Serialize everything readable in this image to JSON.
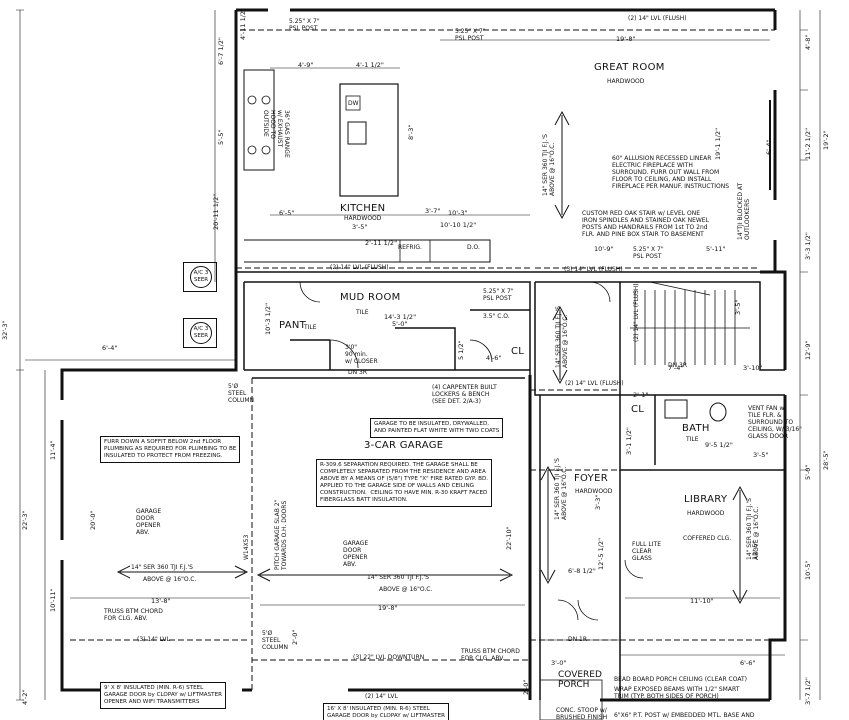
{
  "rooms": {
    "great_room": "GREAT ROOM",
    "great_room_floor": "HARDWOOD",
    "kitchen": "KITCHEN",
    "kitchen_floor": "HARDWOOD",
    "mud_room": "MUD ROOM",
    "mud_room_floor": "TILE",
    "pant": "PANT",
    "pant_floor": "TILE",
    "garage": "3-CAR GARAGE",
    "foyer": "FOYER",
    "foyer_floor": "HARDWOOD",
    "library": "LIBRARY",
    "library_floor": "HARDWOOD",
    "bath": "BATH",
    "bath_floor": "TILE",
    "covered_porch": "COVERED\nPORCH",
    "cl1": "CL",
    "cl2": "CL",
    "ac1": "A/C\n3 SEER",
    "ac2": "A/C\n3 SEER"
  },
  "labels": {
    "psl_post_1": "5.25\" X 7\"\nPSL POST",
    "psl_post_2": "5.25\" X 7\"\nPSL POST",
    "psl_post_3": "5.25\" X 7\"\nPSL POST",
    "psl_post_4": "5.25\" X 7\"\nPSL POST",
    "lvl_top": "(2) 14\" LVL (FLUSH)",
    "lvl_mid1": "(2) 14\" LVL (FLUSH)",
    "lvl_mid2": "(3) 14\" LVL (FLUSH)",
    "lvl_mid3": "(2) 14\" LVL (FLUSH)",
    "lvl_garage": "(3) 14\" LVL",
    "lvl_downturn": "(3) 22\" LVL DOWNTURN",
    "lvl_bottom": "(2) 14\" LVL",
    "fireplace": "60\" ALLUSION RECESSED LINEAR\nELECTRIC FIREPLACE WITH\nSURROUND. FURR OUT WALL FROM\nFLOOR TO CEILING, AND INSTALL\nFIREPLACE PER MANUF. INSTRUCTIONS",
    "stair": "CUSTOM RED OAK STAIR w/ LEVEL ONE\nIRON SPINDLES AND STAINED OAK NEWEL\nPOSTS AND HANDRAILS FROM 1st TO 2nd\nFLR. AND PINE BOX STAIR TO BASEMENT",
    "range": "36\" GAS RANGE\nw/ EXHAUST\nHOOD TO\nOUTSIDE",
    "dw": "DW",
    "refrig": "REFRIG.",
    "do": "D.O.",
    "co": "3.5\" C.O.",
    "steel_col_1": "5'Ø\nSTEEL\nCOLUMN",
    "steel_col_2": "5'Ø\nSTEEL\nCOLUMN",
    "garage_finish": "GARAGE TO BE INSULATED, DRYWALLED,\nAND PAINTED FLAT WHITE WITH TWO COATS",
    "separation": "R-309.6 SEPARATION REQUIRED. THE GARAGE SHALL BE\nCOMPLETELY SEPARATED FROM THE RESIDENCE AND AREA\nABOVE BY A MEANS OF (5/8\") TYPE \"X\" FIRE RATED GYP. BD.\nAPPLIED TO THE GARAGE SIDE OF WALLS AND CEILING\nCONSTRUCTION.  CEILING TO HAVE MIN. R-30 KRAFT FACED\nFIBERGLASS BATT INSULATION.",
    "soffit": "FURR DOWN A SOFFIT BELOW 2nd FLOOR\nPLUMBING AS REQUIRED FOR PLUMBING TO BE\nINSULATED TO PROTECT FROM FREEZING.",
    "lockers": "(4) CARPENTER BUILT\nLOCKERS & BENCH\n(SEE DET. 2/A-3)",
    "garage_door_opener_1": "GARAGE\nDOOR\nOPENER\nABV.",
    "garage_door_opener_2": "GARAGE\nDOOR\nOPENER\nABV.",
    "joists_garage_1": "14\" SER 360 TJI F.J.'S",
    "joists_garage_1b": "ABOVE @ 16\"O.C.",
    "joists_garage_2": "14\" SER 360 TJI F.J.'S",
    "joists_garage_2b": "ABOVE @ 16\"O.C.",
    "slab_slope": "PITCH GARAGE SLAB 2\"\nTOWARDS O.H. DOORS",
    "beam_garage": "W14X53",
    "door_mud": "3'0\"\n90 min.\nw/ CLOSER",
    "dn3r_1": "DN 3R",
    "dn3r_2": "DN 3R",
    "dn1r_1": "DN 1R",
    "truss_1": "TRUSS BTM CHORD\nFOR CLG. ABV.",
    "truss_2": "TRUSS BTM CHORD\nFOR CLG. ABV.",
    "ohd_1": "9' X 8' INSULATED (MIN. R-6) STEEL\nGARAGE DOOR by CLOPAY w/ LIFTMASTER\nOPENER AND WIFI TRANSMITTERS",
    "ohd_2": "16' X 8' INSULATED (MIN. R-6) STEEL\nGARAGE DOOR by CLOPAY w/ LIFTMASTER",
    "coffered": "COFFERED CLG.",
    "full_lite": "FULL LITE\nCLEAR\nGLASS",
    "bath_fan": "VENT FAN w/\nTILE FLR. &\nSURROUND TO\nCEILING, W/ 3/16\"\nGLASS DOOR",
    "porch_ceiling": "BEAD BOARD PORCH CEILING (CLEAR COAT)",
    "porch_beams": "WRAP EXPOSED BEAMS WITH 1/2\" SMART\nTRIM (TYP. BOTH SIDES OF PORCH)",
    "porch_post": "6\"X6\" P.T. POST w/ EMBEDDED MTL. BASE AND",
    "porch_stoop": "CONC. STOOP w/\nBRUSHED FINISH",
    "tji_kitchen": "14\" SER 360 TJI F.J.'S\nABOVE @ 16\"O.C.",
    "tji_mud": "14\" SER 360 TJI F.J.'S\nABOVE @ 16\"O.C.",
    "tji_foyer": "14\" SER 360 TJI F.J.'S\nABOVE @ 16\"O.C.",
    "tji_library": "14\" SER 360 TJI F.J.'S\nABOVE @ 16\"O.C.",
    "tji_stair": "(2) 14\" LVL (FLUSH)",
    "lvl_blocked": "14\"TJI BLOCKED AT\nOUTLOOKERS"
  },
  "dims": {
    "d_19_8a": "19'-8\"",
    "d_4_9": "4'-9\"",
    "d_4_1": "4'-1 1/2\"",
    "d_6_7": "6'-7 1/2\"",
    "d_4_11": "4'-11 1/2\"",
    "d_8_3": "8'-3\"",
    "d_5_5": "5'-5\"",
    "d_6_5": "6'-5\"",
    "d_3_5": "3'-5\"",
    "d_3_7": "3'-7\"",
    "d_10_3": "10'-3\"",
    "d_10_10": "10'-10 1/2\"",
    "d_2_11": "2'-11 1/2\"",
    "d_19_1": "19'-1 1/2\"",
    "d_10_9": "10'-9\"",
    "d_5_11": "5'-11\"",
    "d_6_4": "6'-4\"",
    "d_4_8": "4'-8\"",
    "d_11_2": "11'-2 1/2\"",
    "d_19_2": "19'-2\"",
    "d_3_3": "3'-3 1/2\"",
    "d_20_11": "20'-11 1/2\"",
    "d_14_3": "14'-3 1/2\"",
    "d_5_0": "5'-0\"",
    "d_10_3b": "10'-3 1/2\"",
    "d_6_4b": "6'-4\"",
    "d_4_6": "4'-6\"",
    "d_5_12": "5 1/2\"",
    "d_3_5b": "3'-5\"",
    "d_7_4": "7'-4\"",
    "d_3_10": "3'-10\"",
    "d_12_9": "12'-9\"",
    "d_11_4": "11'-4\"",
    "d_22_3": "22'-3\"",
    "d_10_11": "10'-11\"",
    "d_20_0": "20'-0\"",
    "d_13_8": "13'-8\"",
    "d_19_8b": "19'-8\"",
    "d_22_10": "22'-10\"",
    "d_2_0": "2'-0\"",
    "d_2_0b": "2'-0\"",
    "d_3_1": "3'-1 1/2\"",
    "d_9_5": "9'-5 1/2\"",
    "d_3_5c": "3'-5\"",
    "d_2_1": "2'-1\"",
    "d_5_0b": "5'-0\"",
    "d_28_5": "28'-5\"",
    "d_12_5": "12'-5\"",
    "d_11_10": "11'-10\"",
    "d_10_5": "10'-5\"",
    "d_6_8": "6'-8 1/2\"",
    "d_12_5b": "12'-5 1/2\"",
    "d_6_6": "6'-6\"",
    "d_3_0": "3'-0\"",
    "d_3_7b": "3'-7 1/2\"",
    "d_4_2": "4'-2\"",
    "d_3_3b": "3'-3\"",
    "d_32_3": "32'-3\""
  }
}
